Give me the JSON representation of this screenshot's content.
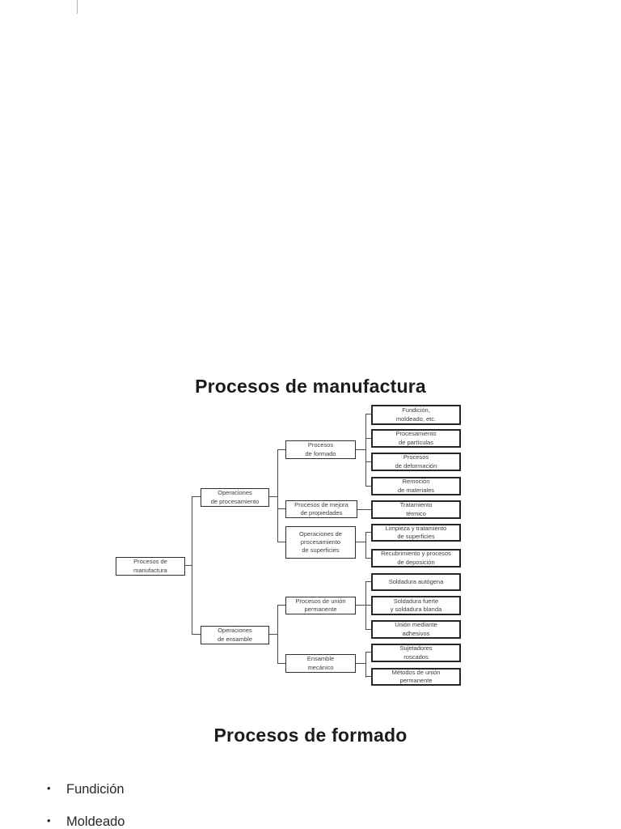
{
  "slide1": {
    "title": "Procesos de manufactura"
  },
  "diagram": {
    "nodes": {
      "root": "Procesos de\nmanufactura",
      "op_procesamiento": "Operaciones\nde procesamiento",
      "op_ensamble": "Operaciones\nde ensamble",
      "formado": "Procesos\nde formado",
      "mejora": "Procesos de mejora\nde propiedades",
      "superficies": "Operaciones de\nprocesamiento\nde superficies",
      "union_permanente": "Procesos de unión\npermanente",
      "ensamble_mecanico": "Ensamble\nmecánico",
      "fundicion": "Fundición,\nmoldeado, etc.",
      "particulas": "Procesamiento\nde partículas",
      "deformacion": "Procesos\nde deformación",
      "remocion": "Remoción\nde materiales",
      "tratamiento": "Tratamiento\ntérmico",
      "limpieza": "Limpieza y tratamiento\nde superficies",
      "recubrimiento": "Recubrimiento y procesos\nde deposición",
      "soldadura_autogena": "Soldadura autógena",
      "soldadura_fuerte": "Soldadura fuerte\ny soldadura blanda",
      "union_adhesivos": "Unión mediante\nadhesivos",
      "sujetadores": "Sujetadores\nroscados",
      "metodos_union": "Métodos de unión\npermanente"
    }
  },
  "slide2": {
    "title": "Procesos de formado",
    "bullet_char": "•",
    "bullets": [
      "Fundición",
      "Moldeado"
    ]
  }
}
